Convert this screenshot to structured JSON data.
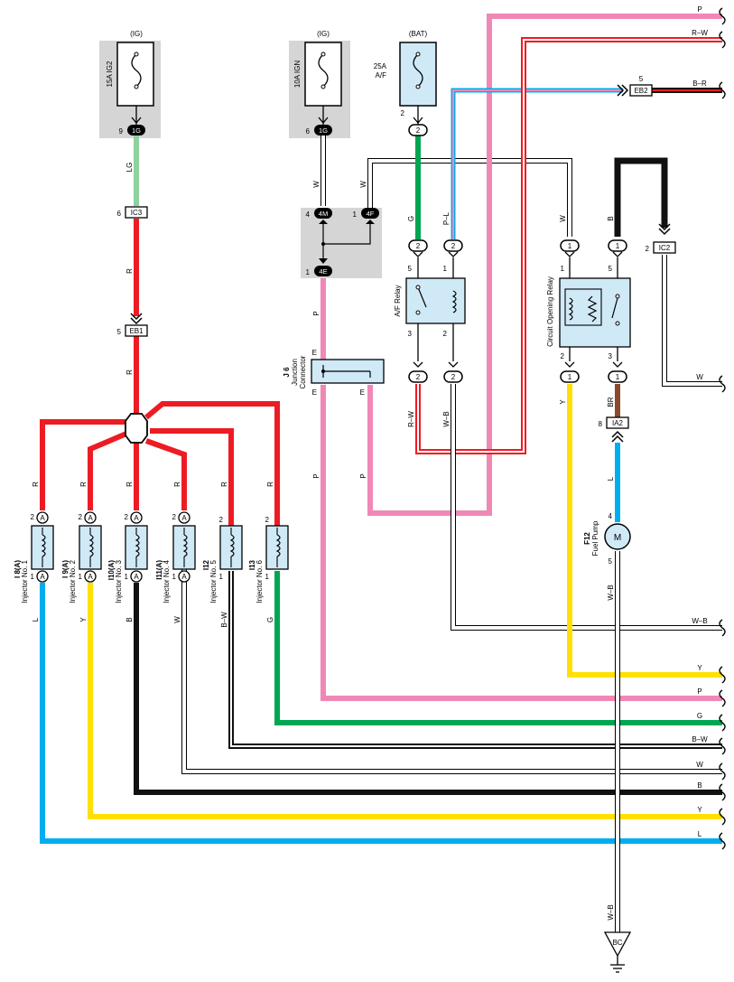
{
  "colors": {
    "R": "#ed1c24",
    "P": "#f088b6",
    "G": "#00a651",
    "LG": "#8fd19e",
    "L": "#00aeef",
    "Y": "#ffe000",
    "B": "#111111",
    "BR": "#8b4a2b",
    "W": "#ffffff",
    "component_fill": "#cfe9f7",
    "fuse_block_fill": "#d5d5d5"
  },
  "power": {
    "ig1": "(IG)",
    "ig2": "(IG)",
    "bat": "(BAT)"
  },
  "fuses": {
    "fuse_ig2": "15A IG2",
    "fuse_ign": "10A IGN",
    "fuse_af_amp": "25A",
    "fuse_af_name": "A/F"
  },
  "connectors": {
    "c_1g_a": "1G",
    "c_1g_b": "1G",
    "c_4m": "4M",
    "c_4f": "4F",
    "c_4e": "4E",
    "c_ic3": "IC3",
    "c_eb1": "EB1",
    "c_eb2": "EB2",
    "c_ic2": "IC2",
    "c_ia2": "IA2",
    "c_bc": "BC",
    "pin_a": "A"
  },
  "pins": {
    "p9": "9",
    "p6a": "6",
    "p6b": "6",
    "p5a": "5",
    "p5b": "5",
    "p4": "4",
    "p1": "1",
    "p2": "2",
    "p3": "3",
    "p8": "8",
    "pE": "E"
  },
  "wires": {
    "LG": "LG",
    "R": "R",
    "W": "W",
    "G": "G",
    "PL": "P–L",
    "B": "B",
    "P": "P",
    "RW": "R–W",
    "WB": "W–B",
    "Y": "Y",
    "BR": "BR",
    "L": "L",
    "BW": "B–W",
    "BR2": "B–R"
  },
  "components": {
    "af_relay": "A/F Relay",
    "circuit_opening_relay": "Circuit Opening Relay",
    "junction_id": "J 6",
    "junction_name1": "Junction",
    "junction_name2": "Connector",
    "fuel_pump_id": "F12",
    "fuel_pump_name": "Fuel Pump",
    "motor_symbol": "M",
    "injectors": [
      {
        "id": "I 8(A)",
        "name": "Injector No. 1"
      },
      {
        "id": "I 9(A)",
        "name": "Injector No. 2"
      },
      {
        "id": "I10(A)",
        "name": "Injector No. 3"
      },
      {
        "id": "I11(A)",
        "name": "Injector No. 4"
      },
      {
        "id": "I12",
        "name": "Injector No. 5"
      },
      {
        "id": "I13",
        "name": "Injector No. 6"
      }
    ]
  },
  "right_edge": {
    "top": [
      "P",
      "R–W",
      "B–R"
    ],
    "mid": [
      "W",
      "W–B",
      "Y",
      "P",
      "G",
      "B–W",
      "W",
      "B",
      "Y",
      "L"
    ]
  }
}
